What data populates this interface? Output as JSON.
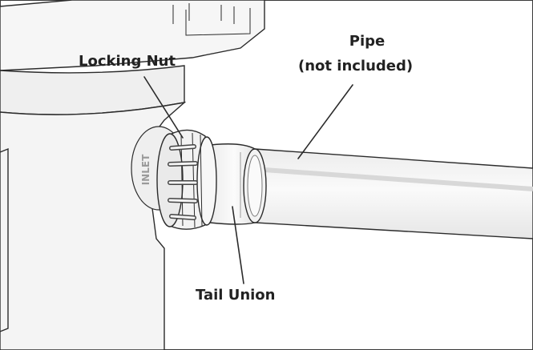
{
  "labels": {
    "locking_nut": "Locking Nut",
    "pipe_line1": "Pipe",
    "pipe_line2": "(not included)",
    "tail_union": "Tail Union",
    "inlet_marking": "INLET"
  },
  "colors": {
    "outline": "#2b2b2b",
    "body_fill": "#f4f4f4",
    "pipe_fill": "#f1f1f1",
    "text": "#222222"
  }
}
